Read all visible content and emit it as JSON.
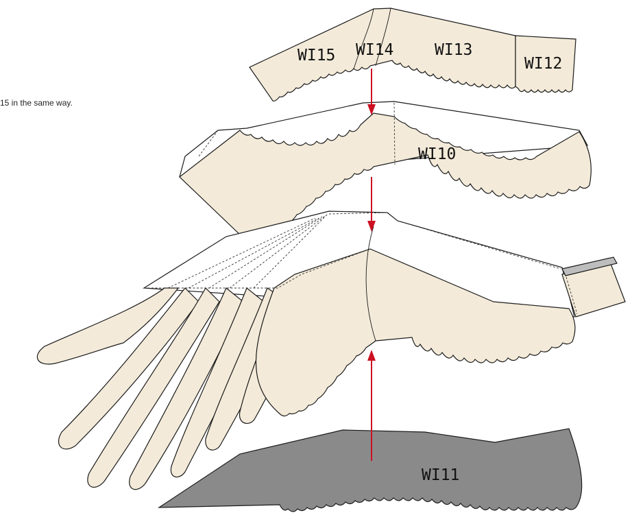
{
  "instruction_text": "15 in the same way.",
  "parts": {
    "wi15": "WI15",
    "wi14": "WI14",
    "wi13": "WI13",
    "wi12": "WI12",
    "wi10": "WI10",
    "wi11": "WI11"
  },
  "colors": {
    "paper": "#f3ead9",
    "gray_part": "#8a8a8a",
    "arrow": "#cc1122",
    "outline": "#1a1a1a"
  }
}
